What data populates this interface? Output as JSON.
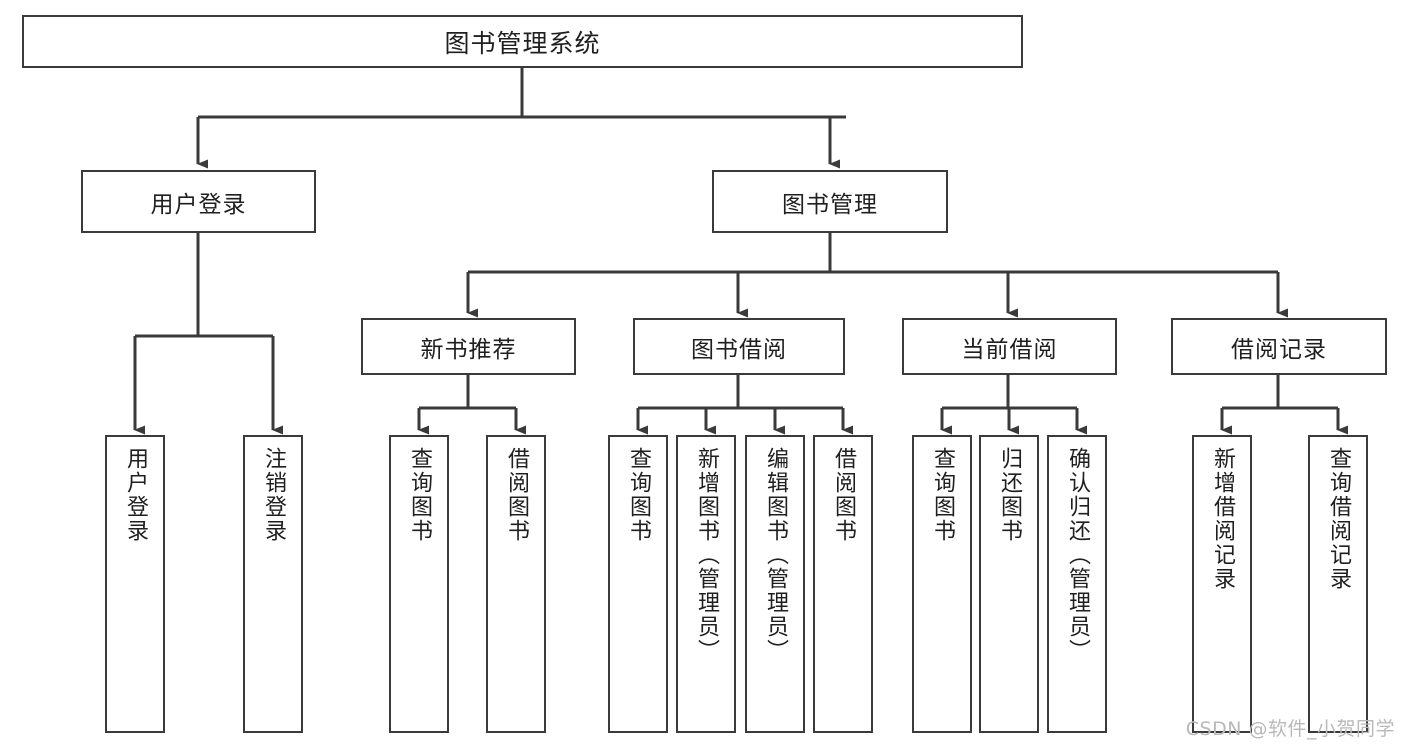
{
  "diagram": {
    "title": "图书管理系统",
    "type": "hierarchy-tree",
    "watermark": "CSDN @软件_小贺同学",
    "colors": {
      "stroke": "#3a3a3a",
      "fill": "#ffffff",
      "text": "#1f1f1f",
      "watermark": "#b9b9b9"
    }
  },
  "nodes": {
    "root": {
      "label": "图书管理系统"
    },
    "level2": [
      {
        "id": "user-login",
        "label": "用户登录"
      },
      {
        "id": "book-manage",
        "label": "图书管理"
      }
    ],
    "level3": [
      {
        "id": "new-book-recommend",
        "label": "新书推荐"
      },
      {
        "id": "book-borrow",
        "label": "图书借阅"
      },
      {
        "id": "current-borrow",
        "label": "当前借阅"
      },
      {
        "id": "borrow-record",
        "label": "借阅记录"
      }
    ],
    "leaves": {
      "user-login": [
        {
          "id": "leaf-user-login",
          "label": "用户登录"
        },
        {
          "id": "leaf-logout",
          "label": "注销登录"
        }
      ],
      "new-book-recommend": [
        {
          "id": "leaf-query-book-1",
          "label": "查询图书"
        },
        {
          "id": "leaf-borrow-book-1",
          "label": "借阅图书"
        }
      ],
      "book-borrow": [
        {
          "id": "leaf-query-book-2",
          "label": "查询图书"
        },
        {
          "id": "leaf-add-book",
          "label": "新增图书（管理员）"
        },
        {
          "id": "leaf-edit-book",
          "label": "编辑图书（管理员）"
        },
        {
          "id": "leaf-borrow-book-2",
          "label": "借阅图书"
        }
      ],
      "current-borrow": [
        {
          "id": "leaf-query-book-3",
          "label": "查询图书"
        },
        {
          "id": "leaf-return-book",
          "label": "归还图书"
        },
        {
          "id": "leaf-confirm-return",
          "label": "确认归还（管理员）"
        }
      ],
      "borrow-record": [
        {
          "id": "leaf-add-record",
          "label": "新增借阅记录"
        },
        {
          "id": "leaf-query-record",
          "label": "查询借阅记录"
        }
      ]
    }
  }
}
